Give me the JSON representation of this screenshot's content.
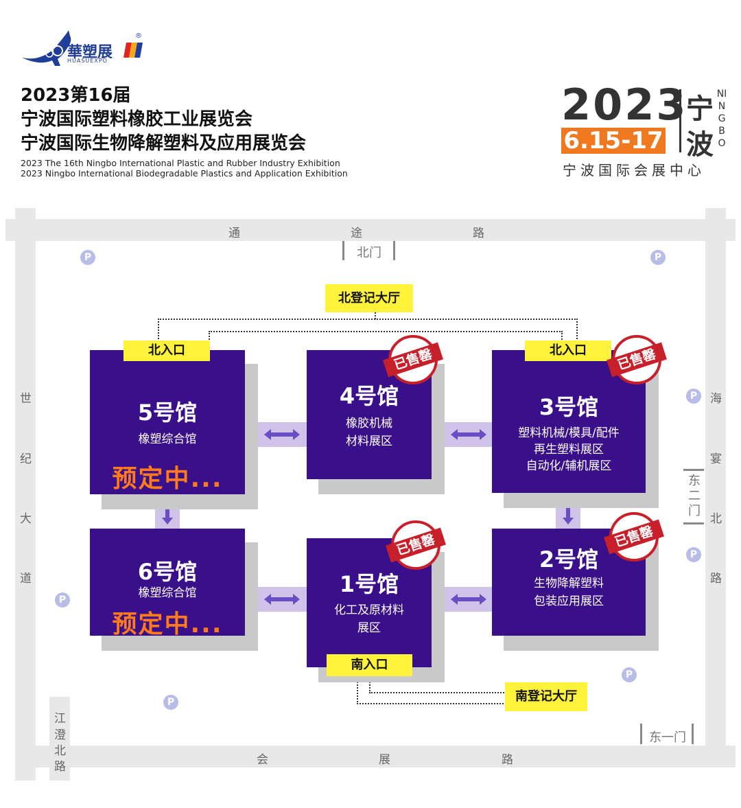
{
  "header": {
    "logo_cn": "華塑展",
    "logo_en": "HUASUEXPO",
    "logo_reg": "®",
    "title_line1": "2023第16届",
    "title_line2": "宁波国际塑料橡胶工业展览会",
    "title_line3": "宁波国际生物降解塑料及应用展览会",
    "en_line1": "2023 The 16th Ningbo International Plastic and Rubber Industry Exhibition",
    "en_line2": "2023 Ningbo International Biodegradable Plastics and Application Exhibition",
    "year": "2023",
    "dates": "6.15-17",
    "city_char1": "宁",
    "city_char2": "波",
    "city_en": "NINGBO",
    "venue": "宁波国际会展中心"
  },
  "roads": {
    "north": [
      "通",
      "途",
      "路"
    ],
    "south": [
      "会",
      "展",
      "路"
    ],
    "west": [
      "世",
      "纪",
      "大",
      "道"
    ],
    "east": [
      "海",
      "宴",
      "北",
      "路"
    ],
    "southwest": [
      "江",
      "澄",
      "北",
      "路"
    ]
  },
  "gates": {
    "north": "北门",
    "east2": "东二门",
    "east1": "东一门"
  },
  "parking_symbol": "P",
  "labels": {
    "north_hall": "北登记大厅",
    "south_hall": "南登记大厅",
    "north_entrance": "北入口",
    "south_entrance": "南入口"
  },
  "sold_out": "已售罄",
  "halls": {
    "h5": {
      "name": "5号馆",
      "desc": [
        "橡塑综合馆"
      ],
      "status": "预定中..."
    },
    "h4": {
      "name": "4号馆",
      "desc": [
        "橡胶机械",
        "材料展区"
      ]
    },
    "h3": {
      "name": "3号馆",
      "desc": [
        "塑料机械/模具/配件",
        "再生塑料展区",
        "自动化/辅机展区"
      ]
    },
    "h6": {
      "name": "6号馆",
      "desc": [
        "橡塑综合馆"
      ],
      "status": "预定中..."
    },
    "h1": {
      "name": "1号馆",
      "desc": [
        "化工及原材料",
        "展区"
      ]
    },
    "h2": {
      "name": "2号馆",
      "desc": [
        "生物降解塑料",
        "包装应用展区"
      ]
    }
  },
  "colors": {
    "hall": "#3a0f8a",
    "label": "#fff23a",
    "booking": "#ff7a1a",
    "stamp": "#c8202b",
    "dates_bg": "#f0781e",
    "connector": "#cfc3ea",
    "arrow": "#6a4cc4"
  }
}
